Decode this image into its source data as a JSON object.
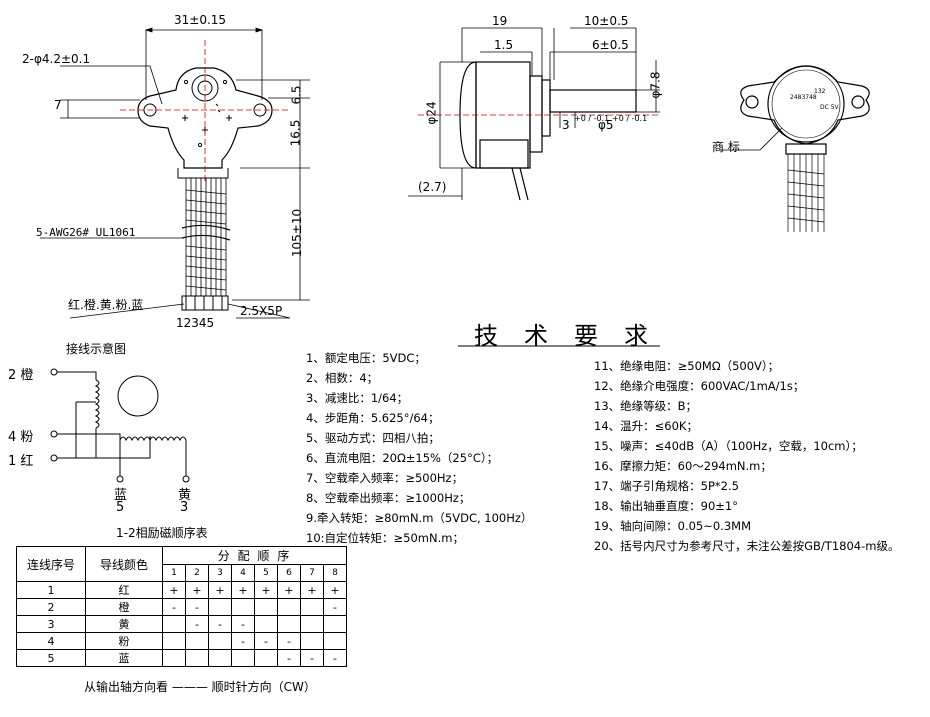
{
  "dims": {
    "width31": "31±0.15",
    "hole": "2-φ4.2±0.1",
    "d7": "7",
    "d65": "6.5",
    "d165": "16.5",
    "d105": "105±10",
    "dia24": "φ24",
    "d19": "19",
    "d105b": "10±0.5",
    "d15": "1.5",
    "d605": "6±0.5",
    "dia78": "φ7.8",
    "d3": "3",
    "d3tol": "+0 / -0.1",
    "dia5": "φ5",
    "dia5tol": "+0 / -0.1",
    "d27": "(2.7)",
    "awg": "5-AWG26# UL1061",
    "colors": "红.橙.黄.粉.蓝",
    "pins": "12345",
    "pitch": "2.5X5P",
    "label_mark": "商 标"
  },
  "wiring": {
    "title": "接线示意图",
    "w2": "2  橙",
    "w4": "4  粉",
    "w1": "1  红",
    "blue": "蓝",
    "blue_n": "5",
    "yellow": "黄",
    "yellow_n": "3"
  },
  "tech": {
    "title": "技术要求",
    "left": [
      "1、额定电压：5VDC；",
      "2、相数：4；",
      "3、减速比：1/64；",
      "4、步距角：5.625°/64；",
      "5、驱动方式：四相八拍；",
      "6、直流电阻：20Ω±15%（25°C）；",
      "7、空载牵入频率：≥500Hz；",
      "8、空载牵出频率：≥1000Hz；",
      "9.牵入转矩：≥80mN.m（5VDC, 100Hz）",
      "10:自定位转矩：≥50mN.m；"
    ],
    "right": [
      "11、绝缘电阻：≥50MΩ（500V）；",
      "12、绝缘介电强度：600VAC/1mA/1s；",
      "13、绝缘等级：B；",
      "14、温升：≤60K；",
      "15、噪声：≤40dB（A）（100Hz，空载，10cm）；",
      "16、摩擦力矩：60～294mN.m；",
      "17、端子引角规格：5P*2.5",
      "18、输出轴垂直度：90±1°",
      "19、轴向间隙：0.05~0.3MM",
      "20、括号内尺寸为参考尺寸，未注公差按GB/T1804-m级。"
    ]
  },
  "table": {
    "caption": "1-2相励磁顺序表",
    "h_line": "连线序号",
    "h_color": "导线颜色",
    "h_seq": "分 配 顺 序",
    "steps": [
      "1",
      "2",
      "3",
      "4",
      "5",
      "6",
      "7",
      "8"
    ],
    "rows": [
      {
        "n": "1",
        "c": "红",
        "s": [
          "+",
          "+",
          "+",
          "+",
          "+",
          "+",
          "+",
          "+"
        ]
      },
      {
        "n": "2",
        "c": "橙",
        "s": [
          "-",
          "-",
          "",
          "",
          "",
          "",
          "",
          "-"
        ]
      },
      {
        "n": "3",
        "c": "黄",
        "s": [
          "",
          "-",
          "-",
          "-",
          "",
          "",
          "",
          ""
        ]
      },
      {
        "n": "4",
        "c": "粉",
        "s": [
          "",
          "",
          "",
          "-",
          "-",
          "-",
          "",
          ""
        ]
      },
      {
        "n": "5",
        "c": "蓝",
        "s": [
          "",
          "",
          "",
          "",
          "",
          "-",
          "-",
          "-"
        ]
      }
    ],
    "footer": "从输出轴方向看 ——— 顺时针方向（CW）"
  },
  "label": {
    "l1": "2483748",
    "l2": "DC 5V",
    "l3": "132"
  }
}
